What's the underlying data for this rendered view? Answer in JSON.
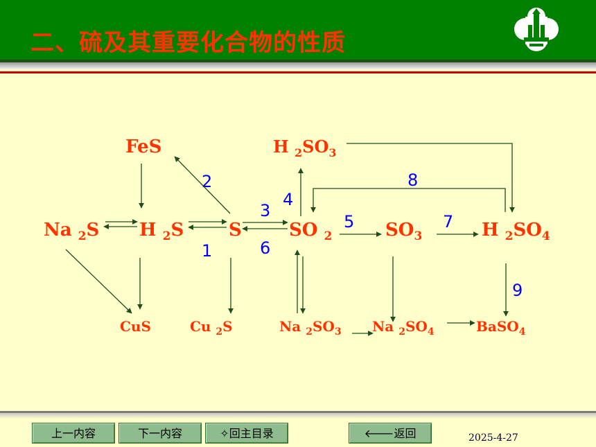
{
  "header": {
    "title": "二、硫及其重要化合物的性质",
    "logo_icon": "school-emblem-icon"
  },
  "colors": {
    "header_bg": "#008000",
    "title": "#FF3300",
    "background": "#FFFFCC",
    "compound": "#FF3300",
    "step_number": "#0000FF",
    "arrow": "#1E4D1E"
  },
  "diagram": {
    "compounds": {
      "fes": "FeS",
      "h2so3": {
        "base": "H ",
        "sub": "2",
        "mid": "SO",
        "sub2": "3"
      },
      "na2s": {
        "base": "Na ",
        "sub": "2",
        "mid": "S"
      },
      "h2s": {
        "base": "H ",
        "sub": "2",
        "mid": "S"
      },
      "s": "S",
      "so2": {
        "base": "SO ",
        "sub": "2"
      },
      "so3": {
        "base": "SO",
        "sub": "3"
      },
      "h2so4": {
        "base": "H ",
        "sub": "2",
        "mid": "SO",
        "sub2": "4"
      },
      "cus": "CuS",
      "cu2s": {
        "base": "Cu ",
        "sub": "2",
        "mid": "S"
      },
      "na2so3": {
        "base": "Na ",
        "sub": "2",
        "mid": "SO",
        "sub2": "3"
      },
      "na2so4": {
        "base": "Na ",
        "sub": "2",
        "mid": "SO",
        "sub2": "4"
      },
      "baso4": {
        "base": "BaSO",
        "sub": "4"
      }
    },
    "steps": [
      "1",
      "2",
      "3",
      "4",
      "5",
      "6",
      "7",
      "8",
      "9"
    ]
  },
  "nav": {
    "prev": "上一内容",
    "next": "下一内容",
    "home": "✧回主目录",
    "back": "🡐返回"
  },
  "date": "2025-4-27"
}
